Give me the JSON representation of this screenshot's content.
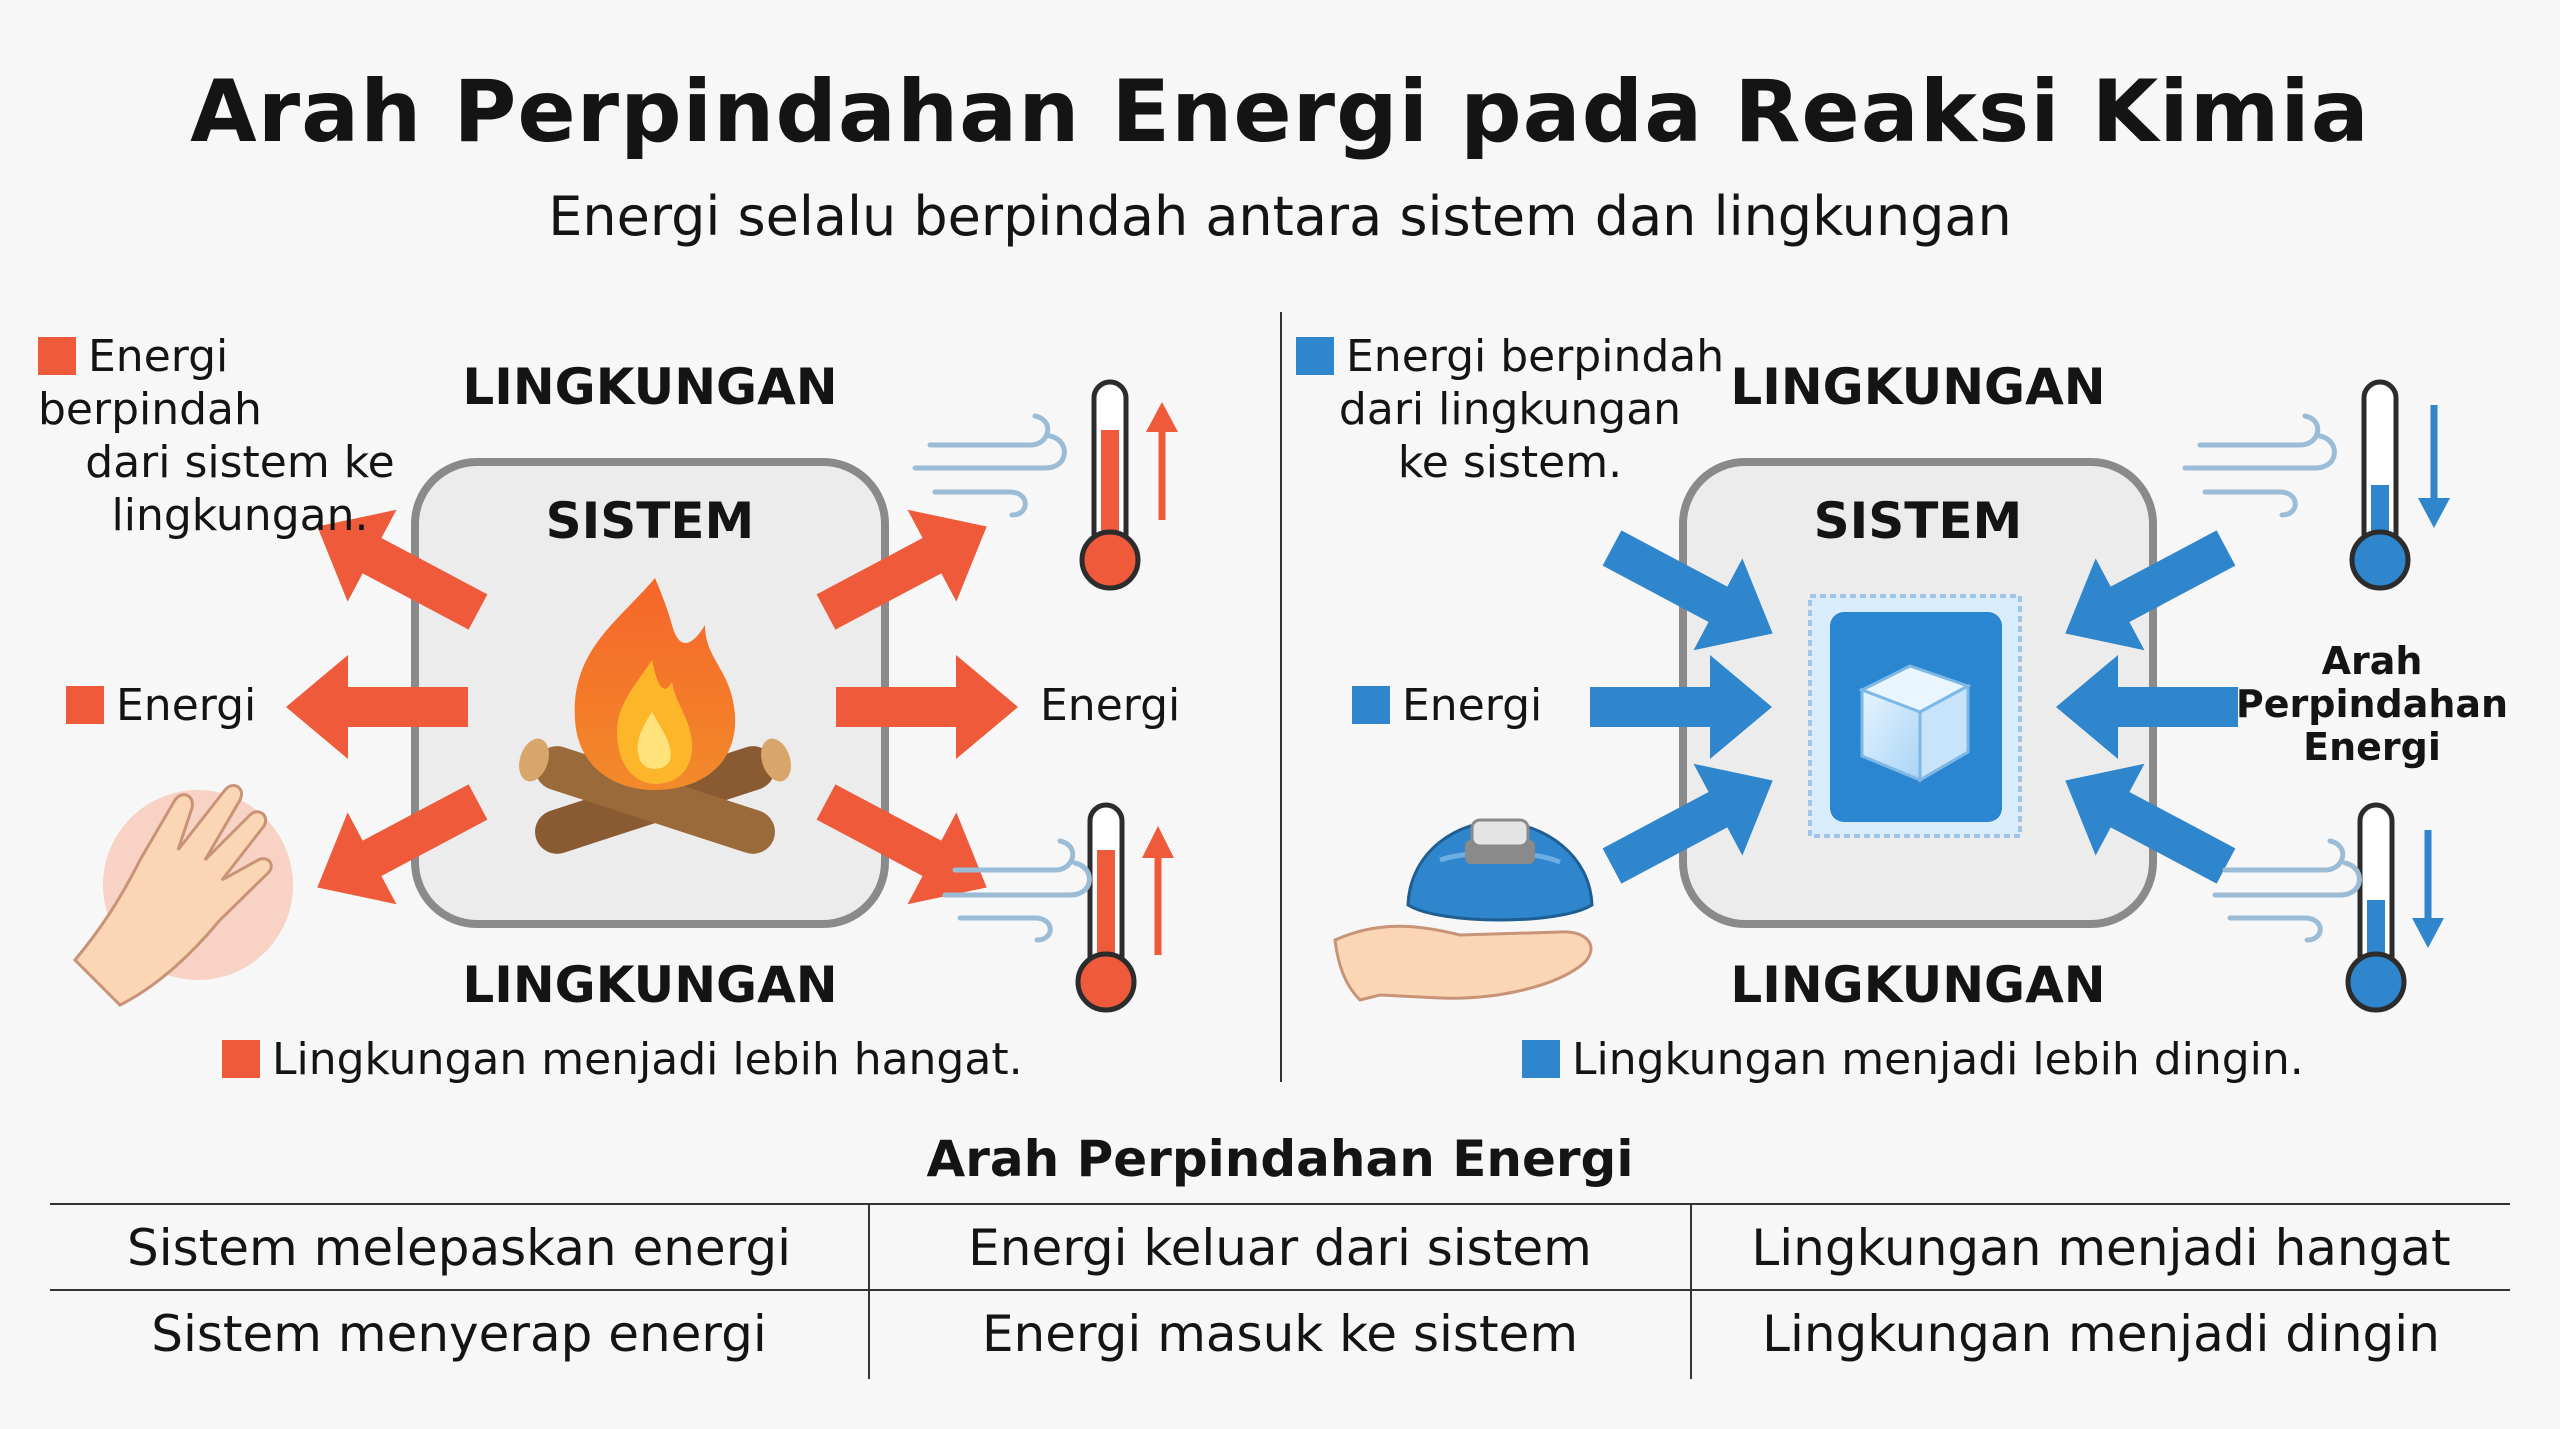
{
  "title": "Arah Perpindahan Energi pada Reaksi Kimia",
  "subtitle": "Energi selalu berpindah antara sistem dan lingkungan",
  "left": {
    "note": [
      "Energi berpindah",
      "dari sistem ke",
      "lingkungan."
    ],
    "env_top": "LINGKUNGAN",
    "system": "SISTEM",
    "energy_left": "Energi",
    "energy_right": "Energi",
    "env_bottom": "LINGKUNGAN",
    "footer": "Lingkungan menjadi lebih hangat.",
    "color": "#ee5a3a",
    "icons": [
      "fire-icon",
      "warm-hand-icon",
      "thermometer-up-icon",
      "wind-icon"
    ]
  },
  "right": {
    "note": [
      "Energi berpindah",
      "dari lingkungan",
      "ke sistem."
    ],
    "env_top": "LINGKUNGAN",
    "system": "SISTEM",
    "energy_left": "Energi",
    "direction_label": [
      "Arah",
      "Perpindahan",
      "Energi"
    ],
    "env_bottom": "LINGKUNGAN",
    "footer": "Lingkungan menjadi lebih dingin.",
    "color": "#2f86cc",
    "icons": [
      "ice-pack-icon",
      "cold-hand-icon",
      "thermometer-down-icon",
      "wind-icon"
    ]
  },
  "table": {
    "title": "Arah Perpindahan Energi",
    "rows": [
      [
        "Sistem melepaskan energi",
        "Energi keluar dari sistem",
        "Lingkungan menjadi hangat"
      ],
      [
        "Sistem menyerap energi",
        "Energi masuk ke sistem",
        "Lingkungan menjadi dingin"
      ]
    ]
  }
}
